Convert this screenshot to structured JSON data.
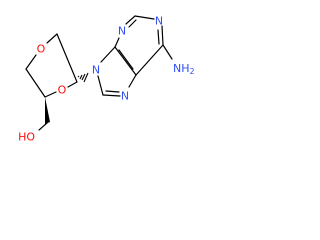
{
  "molecule": {
    "atoms": {
      "ring_o_left": "O",
      "ring_o_lower": "O",
      "n9": "N",
      "n3": "N",
      "n1": "N",
      "n7": "N",
      "amine": "NH",
      "amine_h_count": "2",
      "hydroxyl": "HO"
    }
  },
  "colors": {
    "bond": "#000000",
    "oxygen": "#ff0d0d",
    "nitrogen": "#3050f8"
  }
}
